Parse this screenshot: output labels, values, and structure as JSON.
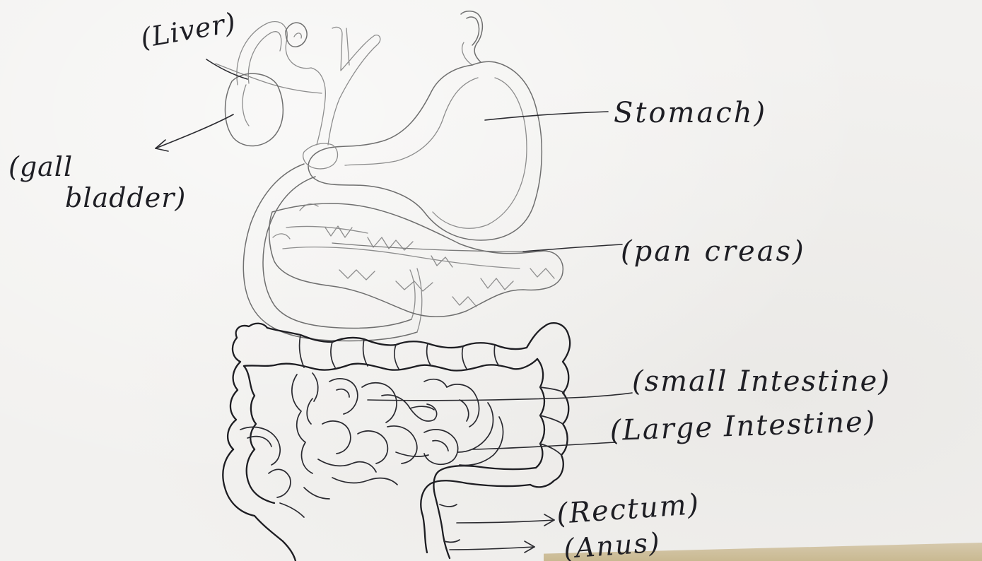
{
  "labels": {
    "liver": "(Liver)",
    "stomach": "Stomach)",
    "gall_bladder_line1": "(gall",
    "gall_bladder_line2": "bladder)",
    "pancreas": "(pan creas)",
    "small_intestine": "(small Intestine)",
    "large_intestine": "(Large Intestine)",
    "rectum": "(Rectum)",
    "anus": "(Anus)"
  },
  "colors": {
    "ink": "#1d1d22",
    "pencil": "#8d8d8d",
    "paper": "#f2f1ef"
  }
}
